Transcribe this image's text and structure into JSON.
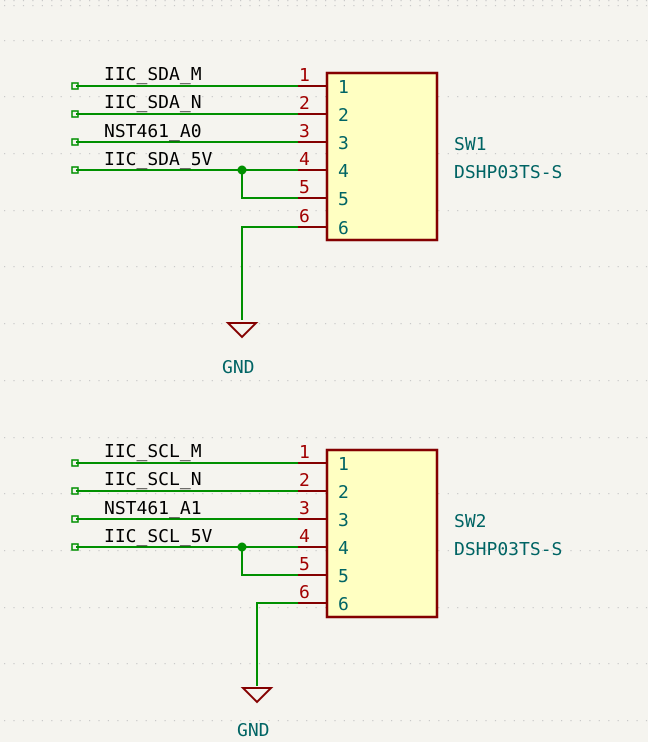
{
  "colors": {
    "background": "#f5f4ef",
    "wire": "#009000",
    "pin": "#840000",
    "body_fill": "#ffffc2",
    "pin_number": "#a10000",
    "pin_name": "#006464",
    "net_label": "#000000"
  },
  "components": [
    {
      "reference": "SW1",
      "value": "DSHP03TS-S",
      "pins": [
        {
          "number": "1",
          "name": "1",
          "net": "IIC_SDA_M"
        },
        {
          "number": "2",
          "name": "2",
          "net": "IIC_SDA_N"
        },
        {
          "number": "3",
          "name": "3",
          "net": "NST461_A0"
        },
        {
          "number": "4",
          "name": "4",
          "net": "IIC_SDA_5V"
        },
        {
          "number": "5",
          "name": "5",
          "net": ""
        },
        {
          "number": "6",
          "name": "6",
          "net": ""
        }
      ],
      "ground_label": "GND"
    },
    {
      "reference": "SW2",
      "value": "DSHP03TS-S",
      "pins": [
        {
          "number": "1",
          "name": "1",
          "net": "IIC_SCL_M"
        },
        {
          "number": "2",
          "name": "2",
          "net": "IIC_SCL_N"
        },
        {
          "number": "3",
          "name": "3",
          "net": "NST461_A1"
        },
        {
          "number": "4",
          "name": "4",
          "net": "IIC_SCL_5V"
        },
        {
          "number": "5",
          "name": "5",
          "net": ""
        },
        {
          "number": "6",
          "name": "6",
          "net": ""
        }
      ],
      "ground_label": "GND"
    }
  ]
}
